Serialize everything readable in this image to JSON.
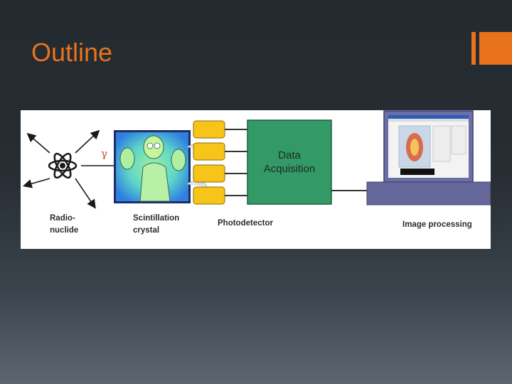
{
  "slide": {
    "title": "Outline"
  },
  "figure": {
    "gamma_symbol": "γ",
    "data_acquisition_label": "Data\nAcquisition",
    "labels": {
      "radionuclide": "Radio-\nnuclide",
      "scintillation_crystal": "Scintillation\ncrystal",
      "photodetector": "Photodetector",
      "image_processing": "Image processing"
    },
    "icons": {
      "atom": "atom-icon",
      "crystal": "glowing-cartoon-figure",
      "monitor": "computer-monitor-icon"
    }
  },
  "colors": {
    "accent": "#e8731c",
    "background_top": "#232a30",
    "background_bottom": "#5d666e",
    "data_acquisition": "#339966",
    "photodetector": "#f7c51a",
    "computer_base": "#656699",
    "gamma": "#d6461e"
  }
}
